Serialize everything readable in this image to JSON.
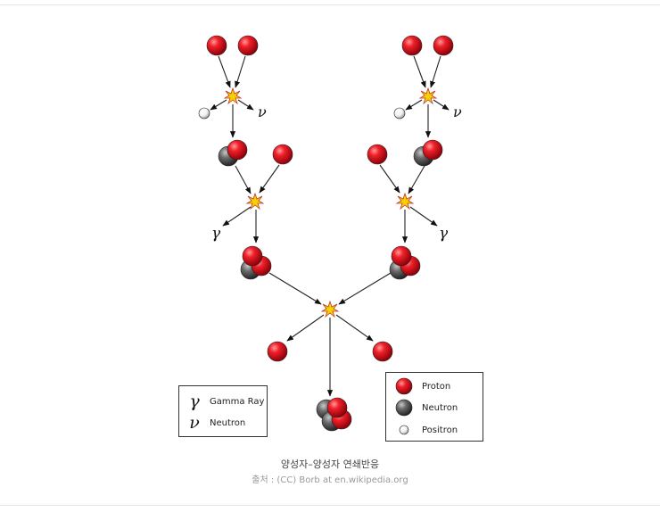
{
  "diagram": {
    "symbols": {
      "neutrino": "ν",
      "gamma": "γ"
    }
  },
  "legend_left": {
    "items": [
      {
        "symbol": "γ",
        "label": "Gamma Ray"
      },
      {
        "symbol": "ν",
        "label": "Neutron"
      }
    ]
  },
  "legend_right": {
    "items": [
      {
        "icon": "proton-ball-icon",
        "label": "Proton"
      },
      {
        "icon": "neutron-ball-icon",
        "label": "Neutron"
      },
      {
        "icon": "positron-ball-icon",
        "label": "Positron"
      }
    ]
  },
  "caption": {
    "title": "양성자–양성자 연쇄반응",
    "source": "출처 : (CC) Borb at en.wikipedia.org"
  },
  "colors": {
    "proton": "#e30613",
    "neutron": "#5a5a5a",
    "positron": "#ffffff",
    "flash": "#f5d400"
  }
}
